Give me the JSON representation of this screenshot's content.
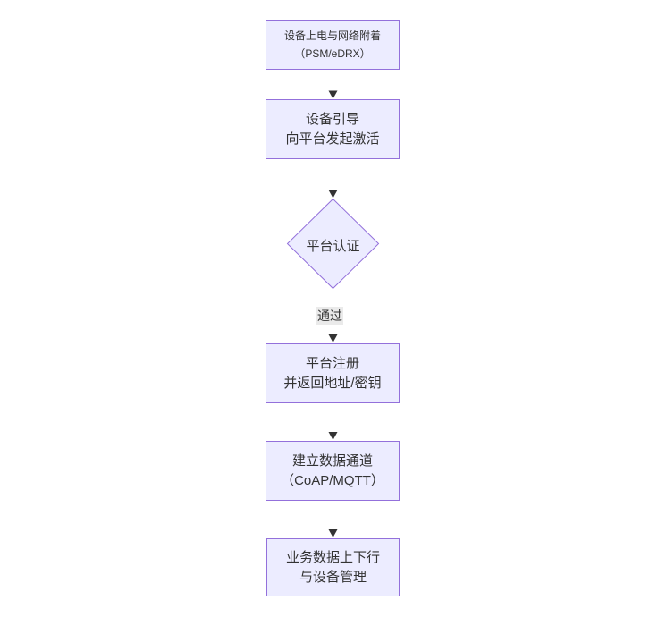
{
  "diagram": {
    "type": "flowchart",
    "direction": "top-down",
    "nodes": {
      "power_attach": {
        "shape": "rect",
        "line1": "设备上电与网络附着",
        "line2": "（PSM/eDRX）"
      },
      "bootstrap": {
        "shape": "rect",
        "line1": "设备引导",
        "line2": "向平台发起激活"
      },
      "platform_auth": {
        "shape": "diamond",
        "label": "平台认证"
      },
      "register": {
        "shape": "rect",
        "line1": "平台注册",
        "line2": "并返回地址/密钥"
      },
      "data_channel": {
        "shape": "rect",
        "line1": "建立数据通道",
        "line2": "（CoAP/MQTT）"
      },
      "business": {
        "shape": "rect",
        "line1": "业务数据上下行",
        "line2": "与设备管理"
      }
    },
    "edges": [
      {
        "from": "power_attach",
        "to": "bootstrap",
        "label": ""
      },
      {
        "from": "bootstrap",
        "to": "platform_auth",
        "label": ""
      },
      {
        "from": "platform_auth",
        "to": "register",
        "label": "通过"
      },
      {
        "from": "register",
        "to": "data_channel",
        "label": ""
      },
      {
        "from": "data_channel",
        "to": "business",
        "label": ""
      }
    ],
    "colors": {
      "node_fill": "#ECECFF",
      "node_border": "#9370DB",
      "arrow": "#333333",
      "text": "#333333",
      "edge_label_bg": "#e8e8e8",
      "background": "#ffffff"
    }
  }
}
